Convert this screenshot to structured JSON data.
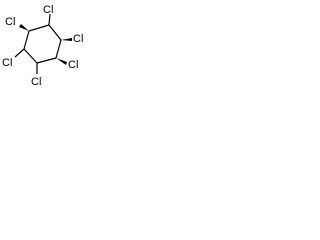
{
  "structure": {
    "atoms": {
      "cl1": "Cl",
      "cl2": "Cl",
      "cl3": "Cl",
      "cl4": "Cl",
      "cl5": "Cl",
      "cl6": "Cl"
    },
    "colors": {
      "bond": "#000000",
      "label": "#000000",
      "background": "#ffffff"
    }
  }
}
